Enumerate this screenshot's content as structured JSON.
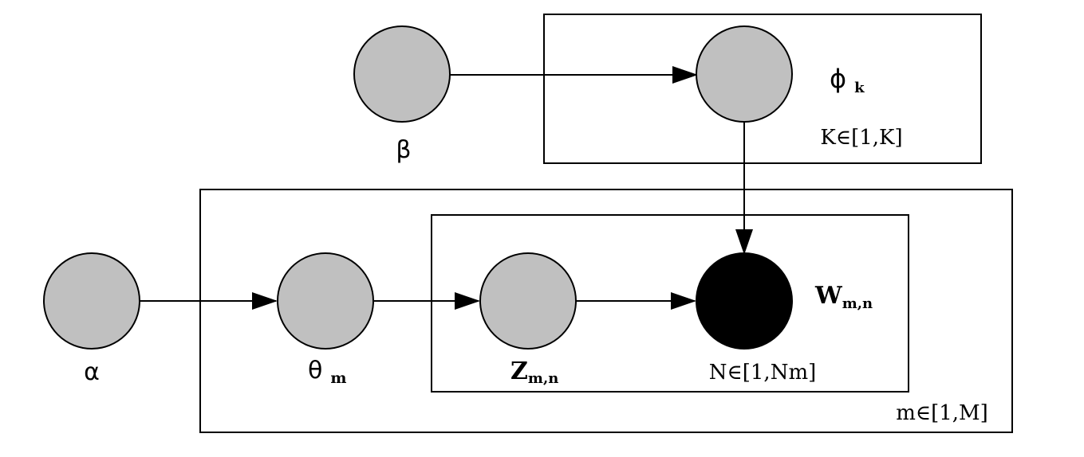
{
  "nodes": {
    "beta": {
      "label": "β",
      "observed": false
    },
    "phi": {
      "label": "ϕ",
      "sub": "k",
      "observed": false
    },
    "alpha": {
      "label": "α",
      "observed": false
    },
    "theta": {
      "label": "θ",
      "sub": "m",
      "observed": false
    },
    "z": {
      "label": "Z",
      "sub": "m,n",
      "observed": false
    },
    "w": {
      "label": "W",
      "sub": "m,n",
      "observed": true
    }
  },
  "plates": {
    "k": {
      "label": "K∈[1,K]"
    },
    "m": {
      "label": "m∈[1,M]"
    },
    "n": {
      "label": "N∈[1,Nm]"
    }
  },
  "edges": [
    {
      "from": "beta",
      "to": "phi"
    },
    {
      "from": "phi",
      "to": "w"
    },
    {
      "from": "alpha",
      "to": "theta"
    },
    {
      "from": "theta",
      "to": "z"
    },
    {
      "from": "z",
      "to": "w"
    }
  ],
  "colors": {
    "latent_fill": "#c0c0c0",
    "observed_fill": "#000000",
    "stroke": "#000000"
  }
}
